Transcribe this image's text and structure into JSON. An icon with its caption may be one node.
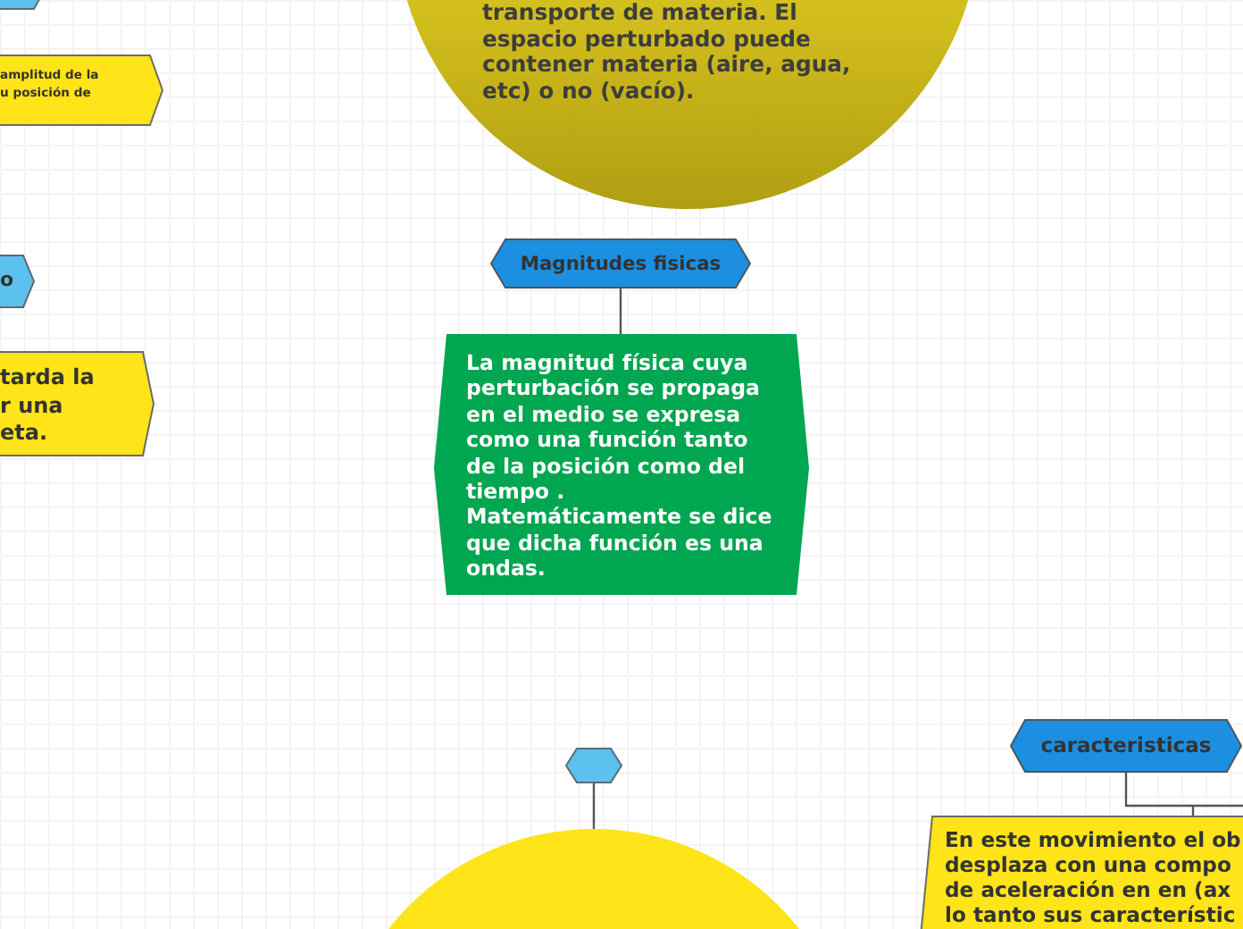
{
  "diagram": {
    "nodes": [
      {
        "text": [],
        "shape": "hexagon"
      },
      {
        "text": [
          "transporte de materia. El espacio perturbado puede contener materia (aire, agua, etc) o no (vacío)."
        ]
      },
      {
        "text": [
          "amplitud de la u posición de"
        ]
      },
      {
        "text": [
          "Magnitudes fisicas"
        ]
      },
      {
        "text": [
          "o"
        ]
      },
      {
        "text": [
          "La magnitud física cuya perturbación se propaga en el medio se expresa como una función tanto de la posición como del tiempo . Matemáticamente se dice que dicha función es una ondas."
        ]
      },
      {
        "text": [
          "tarda la r una eta."
        ]
      },
      {
        "text": [
          "caracteristicas"
        ]
      },
      {
        "text": [],
        "shape": "hexagon"
      },
      {
        "text": [
          "En este movimiento el ob desplaza con una compo de aceleración en en (ax lo tanto sus característic"
        ]
      },
      {
        "text": [],
        "shape": "circle"
      }
    ],
    "edges": [
      {
        "from": 3,
        "to": 5,
        "arrow": "none"
      },
      {
        "from": 7,
        "to": 9,
        "arrow": "none"
      },
      {
        "from": 8,
        "to": 10,
        "arrow": "none"
      }
    ]
  }
}
